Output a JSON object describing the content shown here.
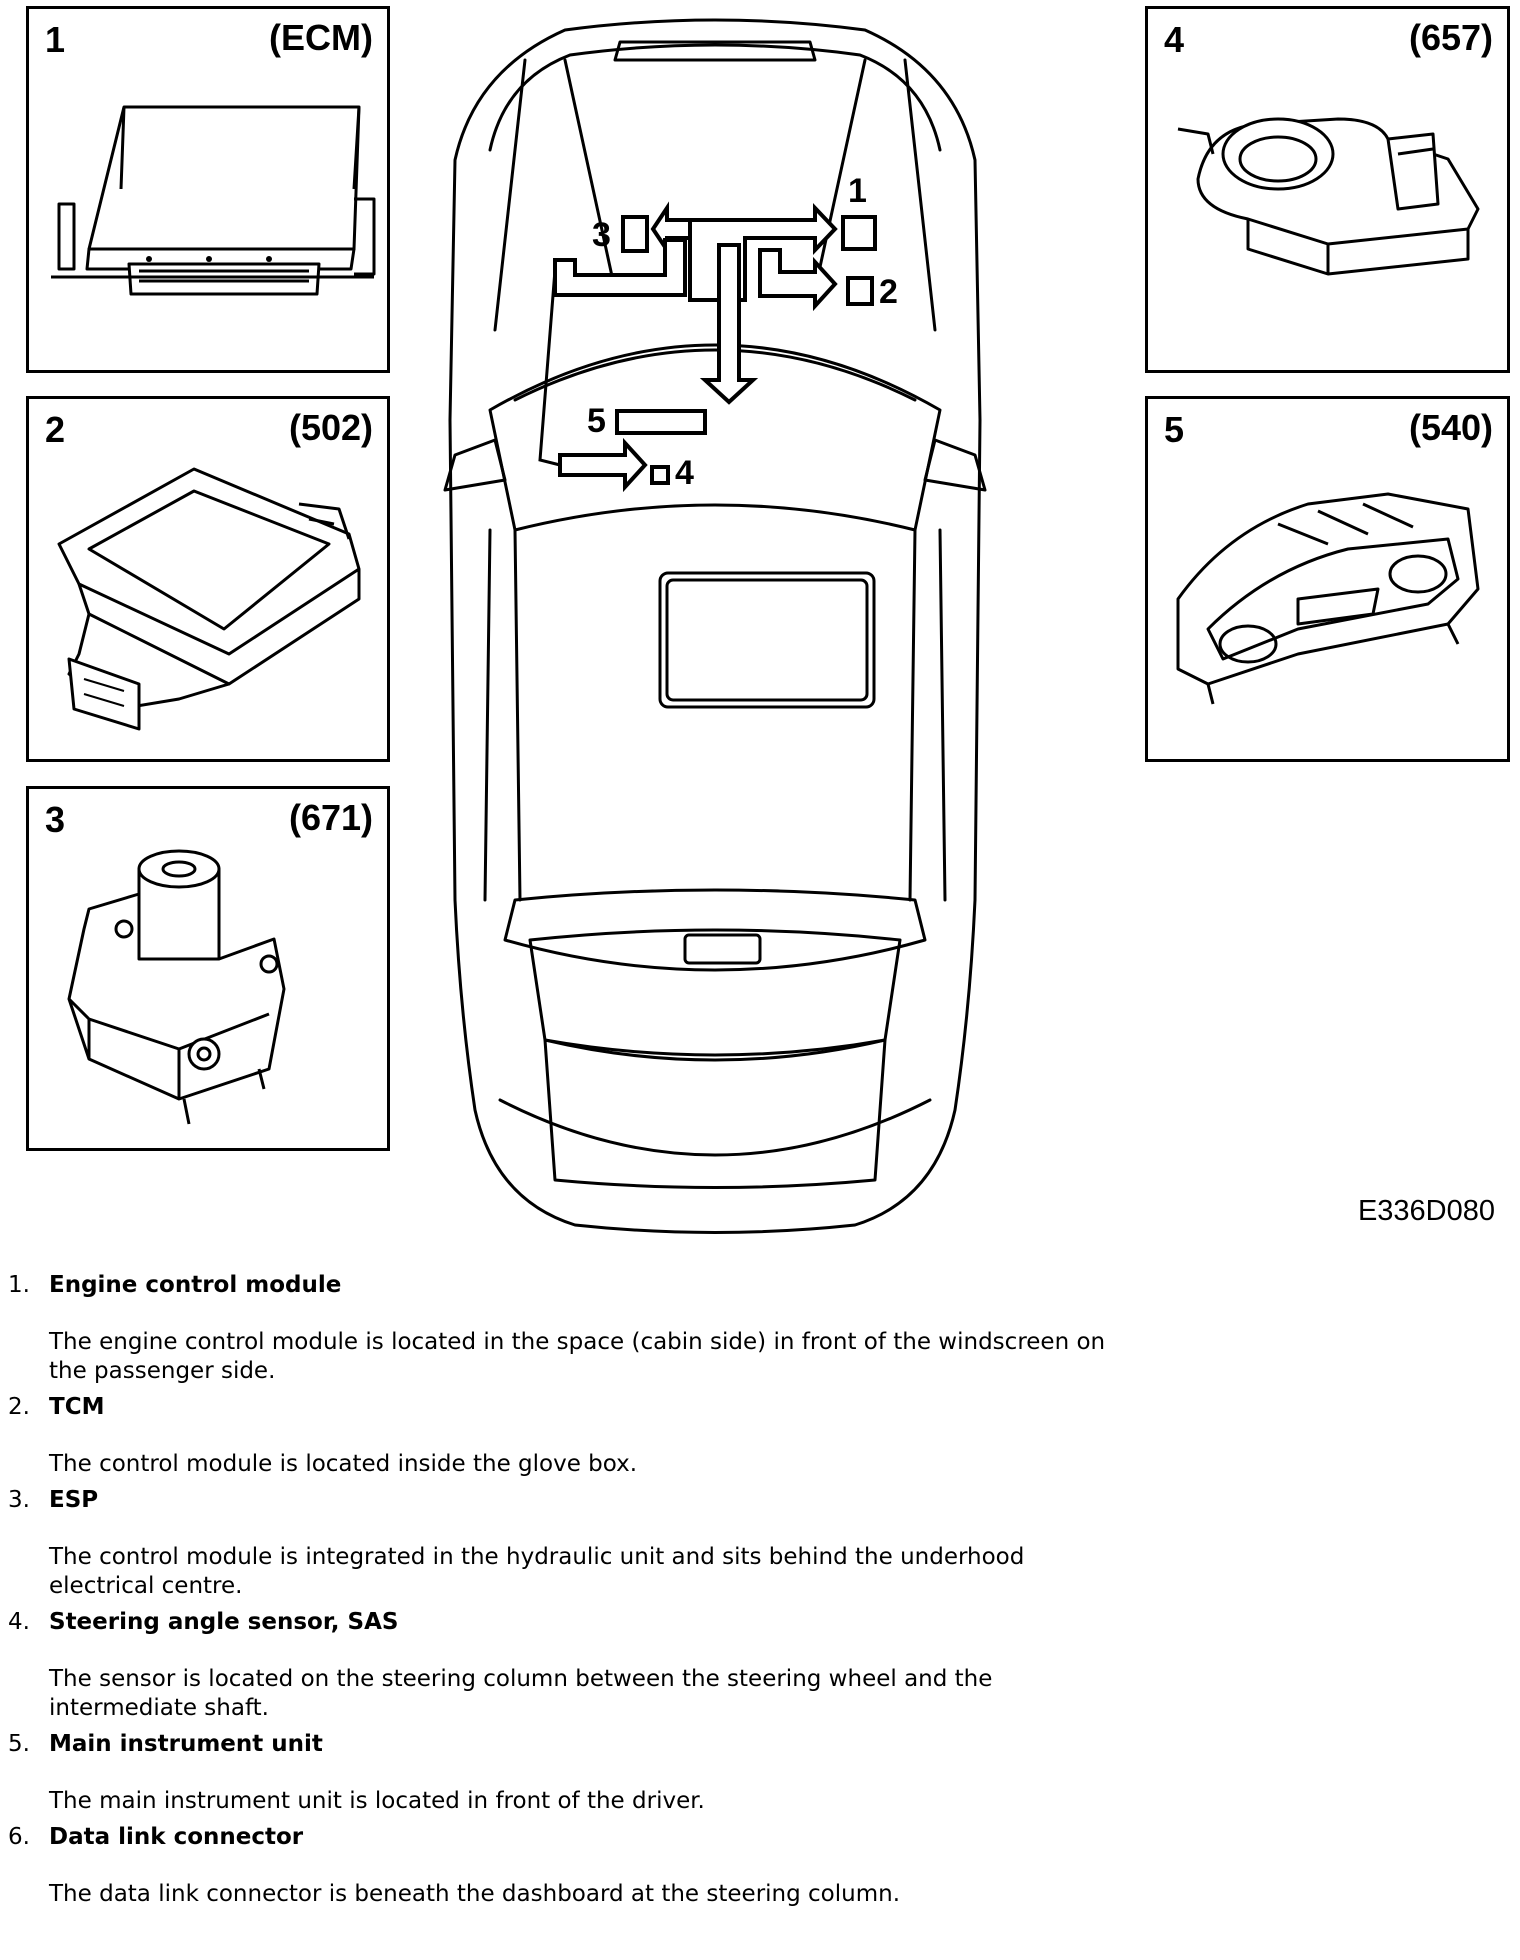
{
  "panels": [
    {
      "num": "1",
      "code": "(ECM)"
    },
    {
      "num": "2",
      "code": "(502)"
    },
    {
      "num": "3",
      "code": "(671)"
    },
    {
      "num": "4",
      "code": "(657)"
    },
    {
      "num": "5",
      "code": "(540)"
    }
  ],
  "diagram": {
    "labels": [
      "1",
      "2",
      "3",
      "4",
      "5"
    ]
  },
  "figure_id": "E336D080",
  "legend": [
    {
      "index": "1.",
      "title": "Engine control module",
      "description": "The engine control module is located in the space (cabin side) in front of the windscreen on the passenger side."
    },
    {
      "index": "2.",
      "title": "TCM",
      "description": "The control module is located inside the glove box."
    },
    {
      "index": "3.",
      "title": "ESP",
      "description": "The control module is integrated in the hydraulic unit and sits behind the underhood electrical centre."
    },
    {
      "index": "4.",
      "title": "Steering angle sensor, SAS",
      "description": "The sensor is located on the steering column between the steering wheel and the intermediate shaft."
    },
    {
      "index": "5.",
      "title": "Main instrument unit",
      "description": "The main instrument unit is located in front of the driver."
    },
    {
      "index": "6.",
      "title": "Data link connector",
      "description": "The data link connector is beneath the dashboard at the steering column."
    }
  ]
}
